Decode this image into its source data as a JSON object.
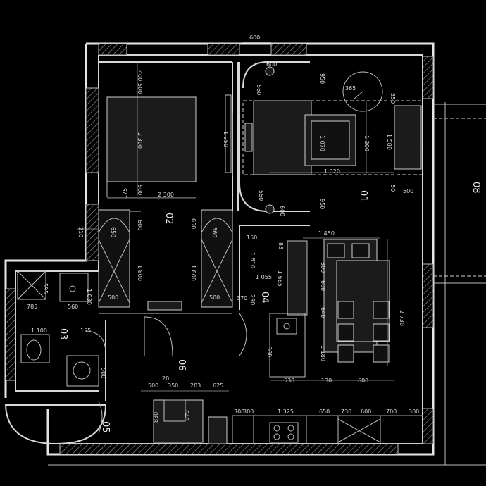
{
  "rooms": {
    "r01": "01",
    "r02": "02",
    "r03": "03",
    "r04": "04",
    "r05": "05",
    "r06": "06",
    "r08": "08"
  },
  "dims": {
    "d600_top": "600",
    "d400": "400",
    "d500_a": "500",
    "d2300_v": "2 300",
    "d500_b": "500",
    "d2300_h": "2 300",
    "d175": "175",
    "d1950": "1 950",
    "d600_c": "600",
    "d950_a": "950",
    "d365": "365",
    "d550_a": "550",
    "d1070": "1 070",
    "d1200": "1 200",
    "d1580": "1 580",
    "d1020": "1 020",
    "d50": "50",
    "d500_c": "500",
    "d550_b": "550",
    "d600_d": "600",
    "d950_b": "950",
    "d560_a": "560",
    "d210": "210",
    "d650_a": "650",
    "d600_e": "600",
    "d650_b": "650",
    "d560_b": "560",
    "d1800_a": "1 800",
    "d1800_b": "1 800",
    "d500_d": "500",
    "d500_e": "500",
    "d1450": "1 450",
    "d150": "150",
    "d85": "85",
    "d1610": "1 610",
    "d300_a": "300",
    "d600_f": "600",
    "d1055": "1 055",
    "d1665": "1 665",
    "d290": "290",
    "d370": "370",
    "d640_a": "640",
    "d2730": "2 730",
    "d1180": "1 180",
    "d530": "530",
    "d130": "130",
    "d600_g": "600",
    "d380": "380",
    "d595": "595",
    "d1030": "1 030",
    "d560_c": "560",
    "d785": "785",
    "d1100": "1 100",
    "d155": "155",
    "d500_f": "500",
    "d500_g": "500",
    "d350": "350",
    "d203": "203",
    "d625": "625",
    "d20": "20",
    "d640_b": "640",
    "d830": "830",
    "d300_b": "300",
    "d300_c": "300",
    "d1325": "1 325",
    "d650_c": "650",
    "d730": "730",
    "d600_h": "600",
    "d700": "700",
    "d300_d": "300"
  }
}
